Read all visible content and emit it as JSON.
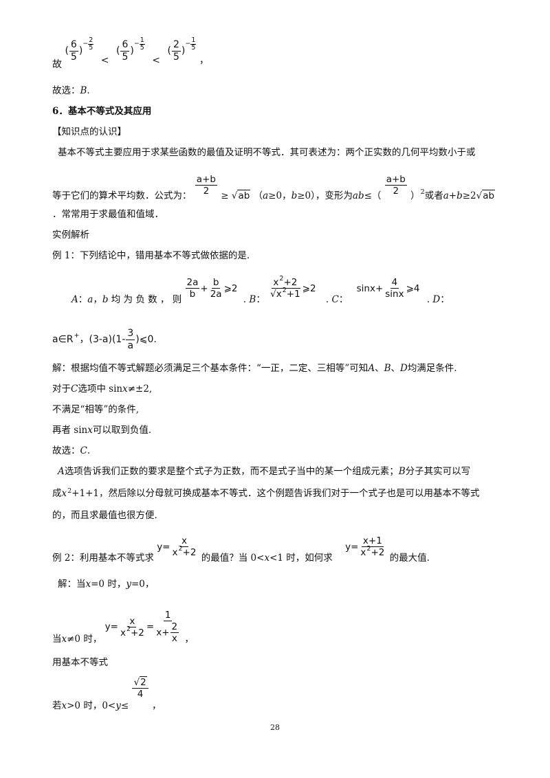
{
  "line1": {
    "prefix": "故",
    "lt1": "<",
    "lt2": "<",
    "comma": "，",
    "p1": {
      "lp": "(",
      "num": "6",
      "den": "5",
      "rp": ")",
      "exp_sign": "−",
      "exp_num": "2",
      "exp_den": "5"
    },
    "p2": {
      "lp": "(",
      "num": "6",
      "den": "5",
      "rp": ")",
      "exp_sign": "−",
      "exp_num": "1",
      "exp_den": "5"
    },
    "p3": {
      "lp": "(",
      "num": "2",
      "den": "5",
      "rp": ")",
      "exp_sign": "−",
      "exp_num": "1",
      "exp_den": "5"
    }
  },
  "answer1": {
    "text": "故选：",
    "choice": "B",
    "end": "."
  },
  "section_title": "6．基本不等式及其应用",
  "knowledge_heading": "【知识点的认识】",
  "intro": {
    "line1": "基本不等式主要应用于求某些函数的最值及证明不等式．其可表述为：两个正实数的几何平均数小于或",
    "line2_pre": "等于它们的算术平均数．公式为：",
    "f1_num": "a+b",
    "f1_den": "2",
    "geq": "≥",
    "sqrt_ab": "ab",
    "cond_open": "（",
    "cond_a": "a",
    "cond_a_rel": "≥0，",
    "cond_b": "b",
    "cond_b_rel": "≥0）",
    "transform": "，变形为",
    "ab": "ab",
    "leq": "≤（",
    "f2_num": "a+b",
    "f2_den": "2",
    "close_sq": "）",
    "sq": "2",
    "or": "或者",
    "sum": "a+b",
    "geq2": "≥2",
    "sqrt_ab2": "ab",
    "line3": "．常常用于求最值和值域．"
  },
  "example_heading": "实例解析",
  "ex1": {
    "title": "例 1：下列结论中，错用基本不等式做依据的是.",
    "A_label": "A",
    "A_text_pre": "：",
    "A_a": "a",
    "A_comma": "，",
    "A_b": "b",
    "A_text": "均 为 负 数 ， 则",
    "A_f1_num": "2a",
    "A_f1_den": "b",
    "A_plus": "+",
    "A_f2_num": "b",
    "A_f2_den": "2a",
    "A_rel": "⩾2",
    "B_label": "B",
    "B_colon": "：",
    "B_num_base": "x",
    "B_num_exp": "2",
    "B_num_rest": "+2",
    "B_den_base": "x",
    "B_den_exp": "2",
    "B_den_rest": "+1",
    "B_rel": "⩾2",
    "C_label": "C",
    "C_colon": "：",
    "C_pre": "sinx+",
    "C_num": "4",
    "C_den": "sinx",
    "C_rel": "⩾4",
    "D_label": "D",
    "D_colon": "：",
    "dot": ".",
    "D_set": "a∈R",
    "D_sup": "+",
    "D_rest": "，(3-a)(1-",
    "D_f_num": "3",
    "D_f_den": "a",
    "D_end": ")⩽0",
    "D_dot": ".",
    "sol1_pre": "解：根据均值不等式解题必须满足三个基本条件：“一正，二定、三相等”可知",
    "sol1_A": "A",
    "sol1_sep1": "、",
    "sol1_B": "B",
    "sol1_sep2": "、",
    "sol1_D": "D",
    "sol1_end": "均满足条件.",
    "sol2_pre": "对于",
    "sol2_C": "C",
    "sol2_mid": "选项中 sin",
    "sol2_x": "x",
    "sol2_end": "≠±2,",
    "sol3": "不满足“相等”的条件,",
    "sol4_pre": "再者 sin",
    "sol4_x": "x",
    "sol4_end": "可以取到负值.",
    "ans_pre": "故选：",
    "ans_choice": "C",
    "ans_end": ".",
    "note1_A": "A",
    "note1_mid": "选项告诉我们正数的要求是整个式子为正数，而不是式子当中的某一个组成元素；",
    "note1_B": "B",
    "note1_end": "分子其实可以写",
    "note2_pre": "成",
    "note2_x": "x",
    "note2_sup": "2",
    "note2_mid": "+1+1，然后除以分母就可换成基本不等式．这个例题告诉我们对于一个式子也是可以用基本不等式",
    "note3": "的，而且求最值也很方便."
  },
  "ex2": {
    "pre": "例 2：利用基本不等式求",
    "y1": "y=",
    "f1_num": "x",
    "f1_den_base": "x",
    "f1_den_exp": "2",
    "f1_den_rest": "+2",
    "mid": "的最值？当 0<",
    "x": "x",
    "mid2": "<1 时，如何求",
    "y2": "y=",
    "f2_num": "x+1",
    "f2_den_base": "x",
    "f2_den_exp": "2",
    "f2_den_rest": "+2",
    "end": "的最大值.",
    "sol1_pre": "解：当",
    "sol1_x": "x",
    "sol1_mid": "=0 时，",
    "sol1_y": "y",
    "sol1_end": "=0，",
    "sol2_pre": "当",
    "sol2_x": "x",
    "sol2_mid": "≠0 时，",
    "sol2_y": "y=",
    "sol2_f_num": "x",
    "sol2_f_den_base": "x",
    "sol2_f_den_exp": "2",
    "sol2_f_den_rest": "+2",
    "sol2_eq": "=",
    "sol2_big_num": "1",
    "sol2_big_den_pre": "x+",
    "sol2_small_num": "2",
    "sol2_small_den": "x",
    "sol2_end": "，",
    "sol3": "用基本不等式",
    "sol4_pre": "若",
    "sol4_x": "x",
    "sol4_mid": ">0 时，0<",
    "sol4_y": "y",
    "sol4_rel": "≤",
    "sol4_num": "2",
    "sol4_den": "4",
    "sol4_end": "，"
  },
  "page_number": "28"
}
